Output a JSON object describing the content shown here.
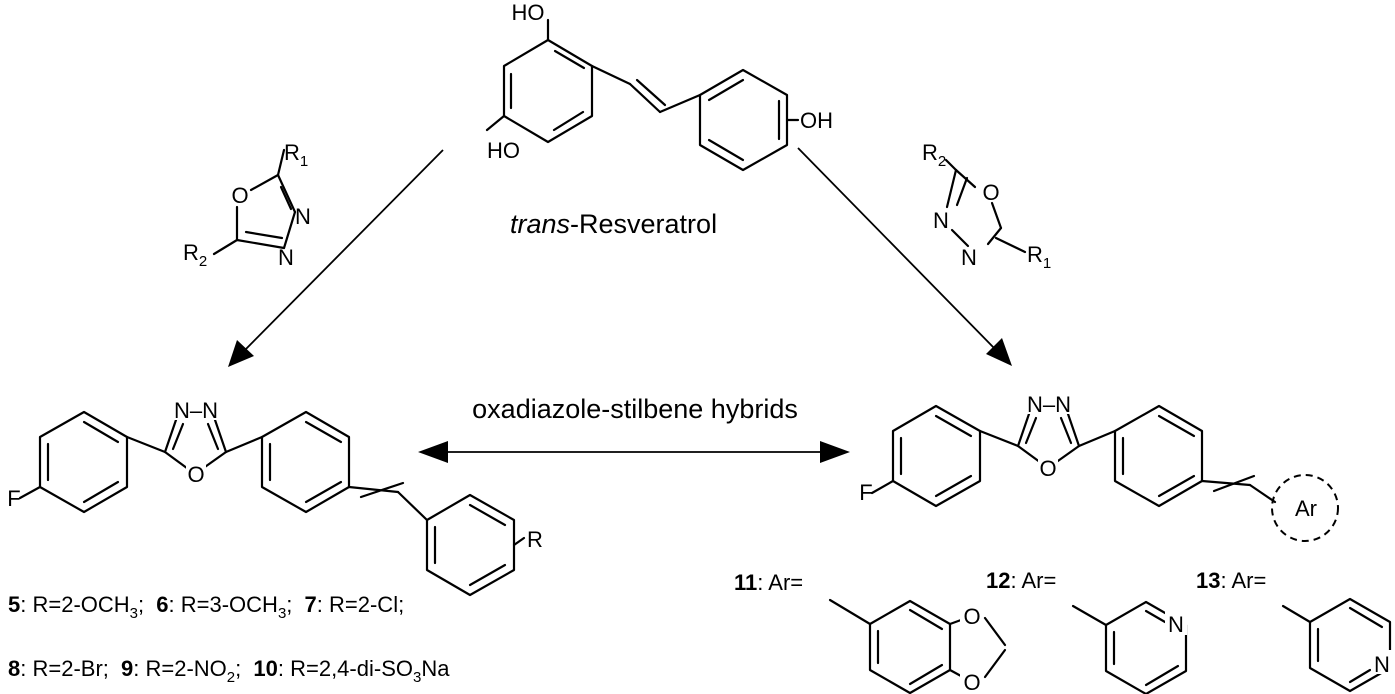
{
  "title": {
    "italic": "trans",
    "rest": "-Resveratrol"
  },
  "hybrids_label": "oxadiazole-stilbene hybrids",
  "atoms": {
    "HO": "HO",
    "OH": "OH",
    "O": "O",
    "N": "N",
    "F": "F",
    "R": "R",
    "Ar": "Ar",
    "N_N": "N–N",
    "R1_base": "R",
    "R1_sub": "1",
    "R2_base": "R",
    "R2_sub": "2"
  },
  "series_left": {
    "line1": [
      {
        "num": "5",
        "text": ": R=2-OCH",
        "sub": "3",
        "tail": ";"
      },
      {
        "num": "6",
        "text": ": R=3-OCH",
        "sub": "3",
        "tail": ";"
      },
      {
        "num": "7",
        "text": ": R=2-Cl;",
        "sub": "",
        "tail": ""
      }
    ],
    "line2": [
      {
        "num": "8",
        "text": ": R=2-Br;",
        "sub": "",
        "tail": ""
      },
      {
        "num": "9",
        "text": ": R=2-NO",
        "sub": "2",
        "tail": ";"
      },
      {
        "num": "10",
        "text": ": R=2,4-di-SO",
        "sub": "3",
        "tail": "Na"
      }
    ]
  },
  "series_right": [
    {
      "num": "11",
      "text": ": Ar="
    },
    {
      "num": "12",
      "text": ": Ar="
    },
    {
      "num": "13",
      "text": ": Ar="
    }
  ]
}
